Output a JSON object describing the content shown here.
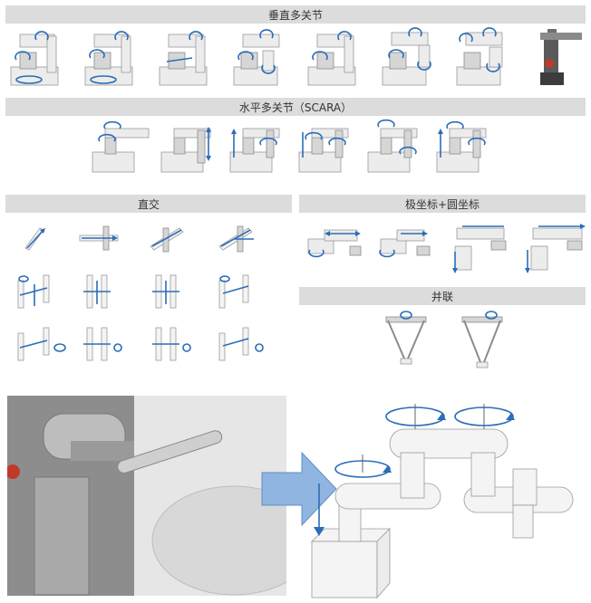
{
  "sections": {
    "vertical": "垂直多关节",
    "scara": "水平多关节（SCARA）",
    "cartesian": "直交",
    "polar": "极坐标+圆坐标",
    "parallel": "并联"
  },
  "colors": {
    "header_bg": "#dcdcdc",
    "axis_arrow": "#2a6db8",
    "big_arrow": "#8fb5e0"
  }
}
